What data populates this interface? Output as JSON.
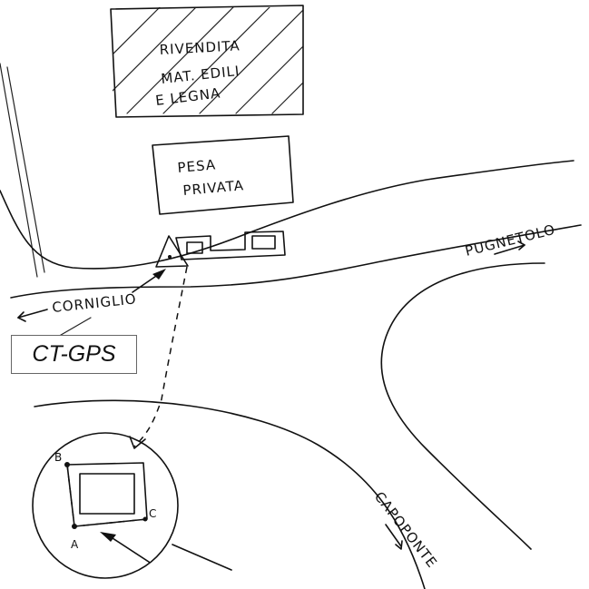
{
  "labels": {
    "shop": [
      "RIVENDITA",
      "MAT. EDILI",
      "E LEGNA"
    ],
    "weigh": [
      "PESA",
      "PRIVATA"
    ],
    "corniglio": "CORNIGLIO",
    "pugnetolo": "PUGNETOLO",
    "capoponte": "CAPOPONTE",
    "point_a": "A",
    "point_b": "B",
    "point_c": "C"
  },
  "badge": {
    "text": "CT-GPS"
  }
}
